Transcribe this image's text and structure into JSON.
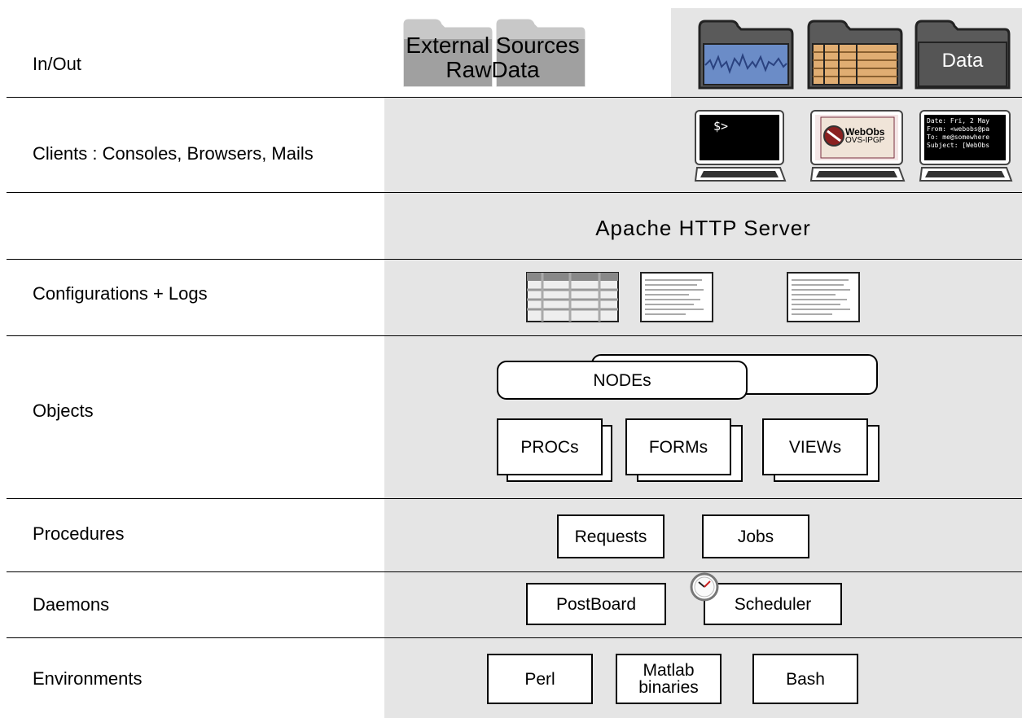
{
  "rows": {
    "inout": "In/Out",
    "clients": "Clients : Consoles, Browsers, Mails",
    "configs": "Configurations + Logs",
    "objects": "Objects",
    "procedures": "Procedures",
    "daemons": "Daemons",
    "environments": "Environments"
  },
  "inout": {
    "external_sources": "External Sources",
    "rawdata": "RawData",
    "data_folder_label": "Data"
  },
  "clients": {
    "console_prompt": "$>",
    "browser_title": "WebObs",
    "browser_subtitle": "OVS-IPGP",
    "mail_lines": [
      "Date: Fri, 2 May",
      "From: <webobs@pa",
      "To: me@somewhere",
      "Subject: [WebObs"
    ]
  },
  "server": {
    "label": "Apache HTTP Server"
  },
  "objects": {
    "nodes": "NODEs",
    "procs": "PROCs",
    "forms": "FORMs",
    "views": "VIEWs"
  },
  "procedures": {
    "requests": "Requests",
    "jobs": "Jobs"
  },
  "daemons": {
    "postboard": "PostBoard",
    "scheduler": "Scheduler"
  },
  "environments": {
    "perl": "Perl",
    "matlab_line1": "Matlab",
    "matlab_line2": "binaries",
    "bash": "Bash"
  },
  "colors": {
    "panel": "#e5e5e5",
    "folder_gray": "#a0a0a0",
    "folder_dark": "#555555",
    "wave_blue": "#3a5aa0",
    "table_tan": "#d9a56a"
  },
  "icons": [
    "folder-icon",
    "waveform-folder-icon",
    "table-folder-icon",
    "data-folder-icon",
    "console-laptop-icon",
    "browser-laptop-icon",
    "mail-laptop-icon",
    "config-table-icon",
    "log-document-icon",
    "clock-icon"
  ]
}
